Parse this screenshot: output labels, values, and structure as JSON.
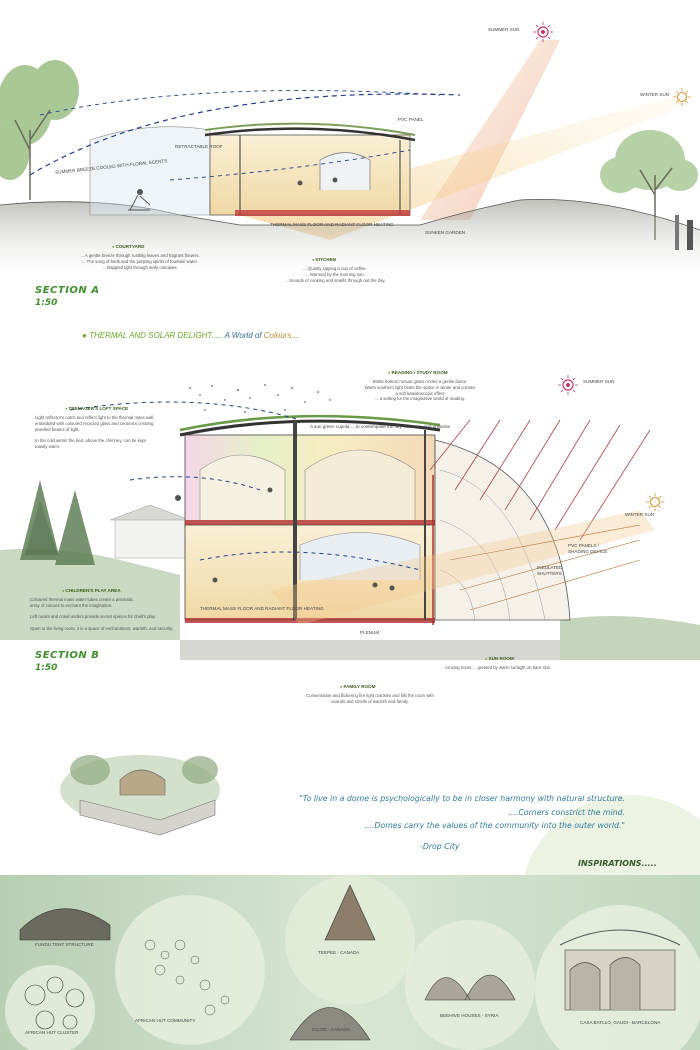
{
  "section_a": {
    "title": "SECTION A",
    "scale": "1:50",
    "labels": {
      "summer_sun": "SUMMER SUN",
      "winter_sun": "WINTER SUN",
      "retractable_roof": "RETRACTABLE ROOF",
      "pvc_panel": "PVC PANEL",
      "summer_breeze": "SUMMER BREEZE COOLED WITH FLORAL SCENTS",
      "thermal_mass": "THERMAL MASS FLOOR AND RADIANT FLOOR HEATING",
      "sunken_garden": "SUNKEN GARDEN"
    },
    "rooms": [
      {
        "name": "COURTYARD",
        "text": "... A gentle breeze through rustling leaves and fragrant flowers.\n... The song of birds and the jumping spirits of fountain water.\n... Dappled light through leafy canopies."
      },
      {
        "name": "KITCHEN",
        "text": "... Quietly sipping a cup of coffee.\n... Warmed by the morning sun.\n... Sounds of cooking and smells through out the day."
      }
    ]
  },
  "headline": {
    "part1": "THERMAL AND SOLAR DELIGHT.....",
    "part2": " A World of ",
    "part3": "Colours...."
  },
  "section_b": {
    "title": "SECTION B",
    "scale": "1:50",
    "labels": {
      "summer_sun": "SUMMER SUN",
      "winter_sun": "WINTER SUN",
      "pvc_panels": "PVC PANELS / SHADING DEVICE",
      "insulated_shutters": "INSULATED SHUTTERS",
      "thermal_mass": "THERMAL MASS FLOOR AND RADIANT FLOOR HEATING",
      "plenum": "PLENUM",
      "sky_cupola": "A sun green cupola ... to contemplate the sky, heavens, and universe."
    },
    "rooms": [
      {
        "name": "TEENAGER'S LOFT SPACE",
        "text": "Light reflector's catch and reflect light to the thermal mass wall,\nembedded with coloured recycled glass and ceramics creating\njewelled beams of light.\n\nIn the cold winter the bed, above the chimney, can be kept\ntoastly warm."
      },
      {
        "name": "READING / STUDY ROOM",
        "text": "Bottle bottom mosaic glass circles a gentle dome.\nWarm southern light heats the space in winter and creates\na soft kaleidoscopic effect\n... a setting for the imaginative world of reading."
      },
      {
        "name": "CHILDREN'S PLAY AREA",
        "text": "Coloured thermal mass water tubes create a prismatic\narray of colours to enchant the imagination.\n\nLeft nooks and crawl unders provide secret spaces for child's play.\n\nOpen to the living room, it is a space of enchantment, warmth, and security."
      },
      {
        "name": "SUN ROOM",
        "text": "Arriving home ... greeted by warm sunlight on bare skin."
      },
      {
        "name": "FAMILY ROOM",
        "text": "Conversation and flickering fire light crackles and fills the room with\nsounds and smells of warmth and family."
      }
    ]
  },
  "quote": {
    "line1": "\"To live in a dome is psychologically to be in closer harmony with natural structure.",
    "line2": "....Corners constrict the mind.",
    "line3": "....Domes carry the values of the community into the outer world.\"",
    "attribution": "-Drop City"
  },
  "inspirations": {
    "title": "INSPIRATIONS.....",
    "items": [
      {
        "caption": "FUNDU TENT STRUCTURE"
      },
      {
        "caption": "AFRICAN HUT CLUSTER"
      },
      {
        "caption": "AFRICAN HUT COMMUNITY"
      },
      {
        "caption": "TEEPEE - CANADA"
      },
      {
        "caption": "IGLOO - CANADA"
      },
      {
        "caption": "BEEHIVE HOUSES - SYRIA"
      },
      {
        "caption": "CASA BATLLO, GAUDI - BARCELONA"
      }
    ]
  },
  "colors": {
    "title_green": "#3f8f2a",
    "quote_blue": "#2f7aa0",
    "sun_red": "#c0395a",
    "sun_orange": "#e0a040",
    "breeze_blue": "#1f3f8f",
    "inspiration_bg": "#c9dcc6"
  }
}
